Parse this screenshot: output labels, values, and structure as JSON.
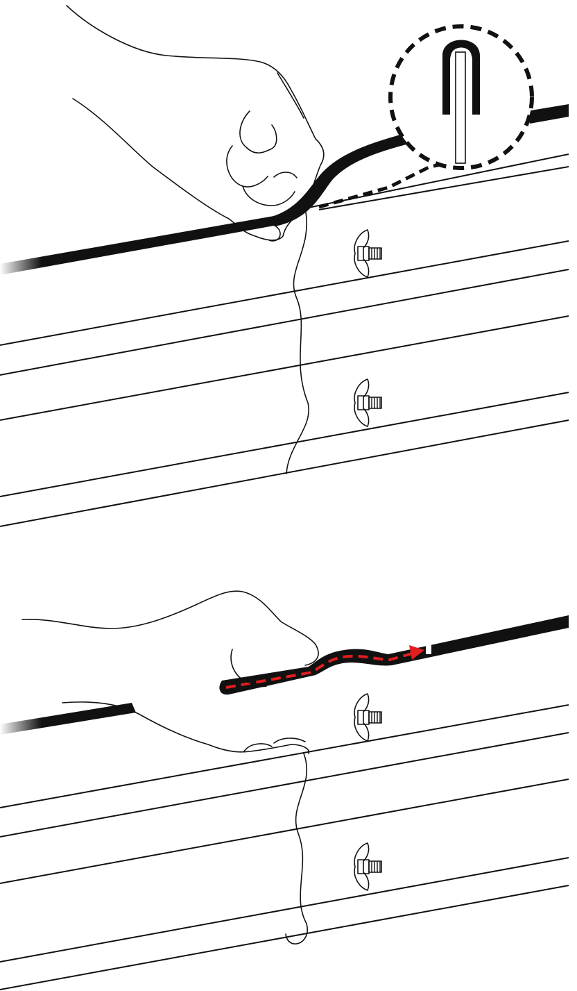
{
  "figure": {
    "panels": [
      {
        "step": "insert-edge-trim",
        "detail_callout": "u-channel-trim-cross-section"
      },
      {
        "step": "press-trim-along-edge",
        "direction_arrow": "right"
      }
    ]
  },
  "colors": {
    "line": "#111111",
    "trim": "#111111",
    "arrow": "#e01e1e",
    "background": "#ffffff"
  },
  "icons": [
    "hand",
    "wing-nut",
    "edge-trim",
    "detail-callout",
    "direction-arrow"
  ]
}
